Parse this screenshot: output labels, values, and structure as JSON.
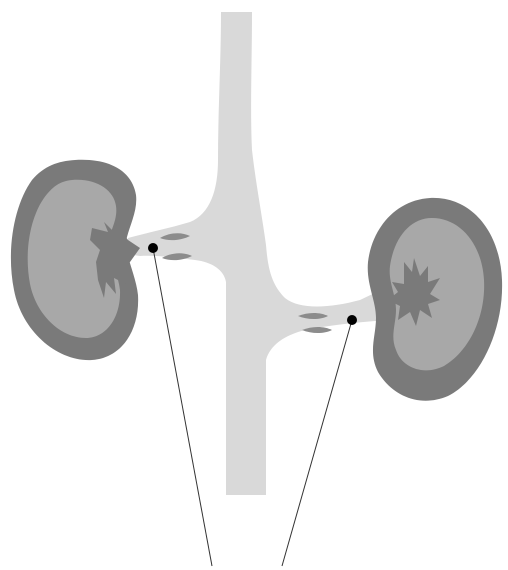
{
  "diagram": {
    "kind": "anatomical-illustration",
    "structures": [
      "aorta",
      "left-kidney",
      "right-kidney",
      "left-renal-artery",
      "right-renal-artery",
      "left-renal-pelvis",
      "right-renal-pelvis"
    ],
    "markers": 2,
    "leader_lines": 2,
    "labels": []
  },
  "colors": {
    "background": "#ffffff",
    "aorta": "#d9d9d9",
    "kidney_capsule": "#7a7a7a",
    "kidney_cortex": "#a8a8a8",
    "renal_pelvis": "#7a7a7a",
    "artery_band": "#8c8c8c",
    "marker": "#000000",
    "leader_line": "#333333"
  }
}
